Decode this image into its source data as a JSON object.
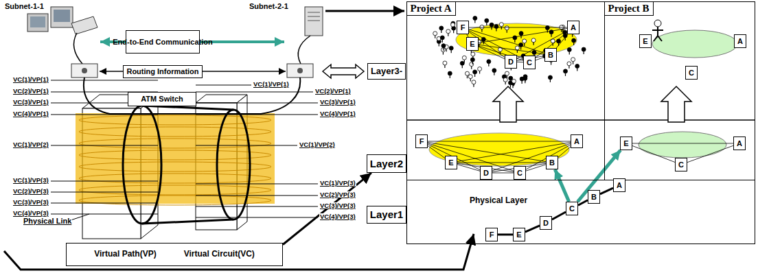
{
  "diagram": {
    "nodes": [
      {
        "text": [
          "End-to-End Communication"
        ]
      },
      {
        "text": [
          "Routing Information"
        ]
      },
      {
        "text": [
          "ATM Switch"
        ]
      },
      {
        "text": [
          "Virtual Path(VP)",
          "Virtual Circuit(VC)"
        ]
      },
      {
        "text": [
          "Layer3-"
        ]
      },
      {
        "text": [
          "Layer2"
        ]
      },
      {
        "text": [
          "Layer1"
        ]
      },
      {
        "text": [
          "Project A"
        ]
      },
      {
        "text": [
          "F"
        ],
        "in": 7
      },
      {
        "text": [
          "E"
        ],
        "in": 7
      },
      {
        "text": [
          "D"
        ],
        "in": 7
      },
      {
        "text": [
          "C"
        ],
        "in": 7
      },
      {
        "text": [
          "B"
        ],
        "in": 7
      },
      {
        "text": [
          "A"
        ],
        "in": 7
      },
      {
        "text": [
          "F"
        ],
        "in": 7
      },
      {
        "text": [
          "E"
        ],
        "in": 7
      },
      {
        "text": [
          "D"
        ],
        "in": 7
      },
      {
        "text": [
          "C"
        ],
        "in": 7
      },
      {
        "text": [
          "B"
        ],
        "in": 7
      },
      {
        "text": [
          "A"
        ],
        "in": 7
      },
      {
        "text": [
          "Project B"
        ]
      },
      {
        "text": [
          "E"
        ],
        "in": 20
      },
      {
        "text": [
          "A"
        ],
        "in": 20
      },
      {
        "text": [
          "C"
        ],
        "in": 20
      },
      {
        "text": [
          "E"
        ],
        "in": 20
      },
      {
        "text": [
          "A"
        ],
        "in": 20
      },
      {
        "text": [
          "C"
        ],
        "in": 20
      },
      {
        "text": [
          "Physical Layer"
        ]
      },
      {
        "text": [
          "F"
        ],
        "in": 27
      },
      {
        "text": [
          "E"
        ],
        "in": 27
      },
      {
        "text": [
          "D"
        ],
        "in": 27
      },
      {
        "text": [
          "C"
        ],
        "in": 27
      },
      {
        "text": [
          "B"
        ],
        "in": 27
      },
      {
        "text": [
          "A"
        ],
        "in": 27
      }
    ],
    "edges": [
      {
        "from": 3,
        "to": 5,
        "arrow": "to"
      },
      {
        "from": 8,
        "to": 9,
        "arrow": "none"
      },
      {
        "from": 8,
        "to": 10,
        "arrow": "none"
      },
      {
        "from": 8,
        "to": 11,
        "arrow": "none"
      },
      {
        "from": 8,
        "to": 12,
        "arrow": "none"
      },
      {
        "from": 8,
        "to": 13,
        "arrow": "none"
      },
      {
        "from": 9,
        "to": 10,
        "arrow": "none"
      },
      {
        "from": 9,
        "to": 11,
        "arrow": "none"
      },
      {
        "from": 9,
        "to": 12,
        "arrow": "none"
      },
      {
        "from": 9,
        "to": 13,
        "arrow": "none"
      },
      {
        "from": 10,
        "to": 11,
        "arrow": "none"
      },
      {
        "from": 10,
        "to": 12,
        "arrow": "none"
      },
      {
        "from": 10,
        "to": 13,
        "arrow": "none"
      },
      {
        "from": 11,
        "to": 12,
        "arrow": "none"
      },
      {
        "from": 11,
        "to": 13,
        "arrow": "none"
      },
      {
        "from": 12,
        "to": 13,
        "arrow": "none"
      },
      {
        "from": 14,
        "to": 15,
        "arrow": "none"
      },
      {
        "from": 14,
        "to": 16,
        "arrow": "none"
      },
      {
        "from": 14,
        "to": 17,
        "arrow": "none"
      },
      {
        "from": 14,
        "to": 18,
        "arrow": "none"
      },
      {
        "from": 14,
        "to": 19,
        "arrow": "none"
      },
      {
        "from": 15,
        "to": 16,
        "arrow": "none"
      },
      {
        "from": 15,
        "to": 17,
        "arrow": "none"
      },
      {
        "from": 15,
        "to": 18,
        "arrow": "none"
      },
      {
        "from": 15,
        "to": 19,
        "arrow": "none"
      },
      {
        "from": 16,
        "to": 17,
        "arrow": "none"
      },
      {
        "from": 16,
        "to": 18,
        "arrow": "none"
      },
      {
        "from": 16,
        "to": 19,
        "arrow": "none"
      },
      {
        "from": 17,
        "to": 18,
        "arrow": "none"
      },
      {
        "from": 17,
        "to": 19,
        "arrow": "none"
      },
      {
        "from": 18,
        "to": 19,
        "arrow": "none"
      },
      {
        "from": 24,
        "to": 25,
        "arrow": "none"
      },
      {
        "from": 24,
        "to": 26,
        "arrow": "none"
      },
      {
        "from": 26,
        "to": 25,
        "arrow": "none"
      },
      {
        "from": 28,
        "to": 29,
        "arrow": "none"
      },
      {
        "from": 29,
        "to": 30,
        "arrow": "none"
      },
      {
        "from": 30,
        "to": 31,
        "arrow": "none"
      },
      {
        "from": 31,
        "to": 32,
        "arrow": "none"
      },
      {
        "from": 32,
        "to": 33,
        "arrow": "none"
      },
      {
        "from": 31,
        "to": 18,
        "arrow": "to"
      },
      {
        "from": 31,
        "to": 24,
        "arrow": "to"
      }
    ],
    "labels": [
      "Subnet-1-1",
      "Subnet-2-1",
      "VC(1)/VP(1)",
      "VC(2)/VP(1)",
      "VC(3)/VP(1)",
      "VC(4)/VP(1)",
      "VC(1)/VP(2)",
      "VC(1)/VP(3)",
      "VC(2)/VP(3)",
      "VC(3)/VP(3)",
      "VC(4)/VP(3)",
      "VC(1)/VP(1)",
      "VC(2)/VP(1)",
      "VC(3)/VP(1)",
      "VC(4)/VP(1)",
      "VC(1)/VP(2)",
      "VC(1)/VP(3)",
      "VC(2)/VP(3)",
      "VC(3)/VP(3)",
      "VC(4)/VP(3)",
      "Physical Link"
    ]
  }
}
